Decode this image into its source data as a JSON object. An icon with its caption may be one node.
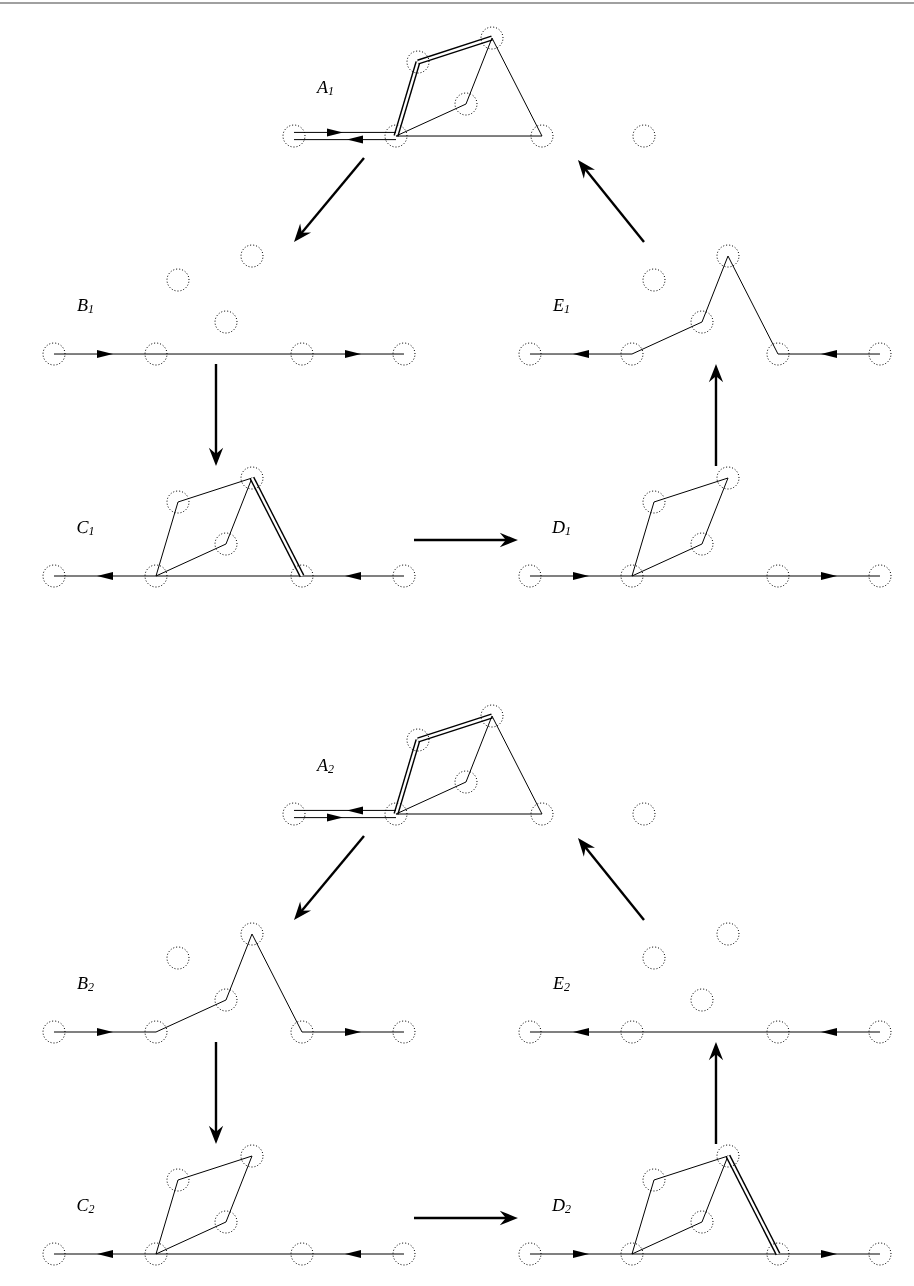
{
  "diagram": {
    "nodes": [
      {
        "text": [
          "A$_{1}$"
        ]
      },
      {
        "text": [
          "B$_{1}$"
        ]
      },
      {
        "text": [
          "E$_{1}$"
        ]
      },
      {
        "text": [
          "C$_{1}$"
        ]
      },
      {
        "text": [
          "D$_{1}$"
        ]
      },
      {
        "text": [
          "A$_{2}$"
        ]
      },
      {
        "text": [
          "B$_{2}$"
        ]
      },
      {
        "text": [
          "E$_{2}$"
        ]
      },
      {
        "text": [
          "C$_{2}$"
        ]
      },
      {
        "text": [
          "D$_{2}$"
        ]
      }
    ],
    "edges": [
      {
        "from": 0,
        "to": 1,
        "arrow": "to"
      },
      {
        "from": 1,
        "to": 3,
        "arrow": "to"
      },
      {
        "from": 3,
        "to": 4,
        "arrow": "to"
      },
      {
        "from": 4,
        "to": 2,
        "arrow": "to"
      },
      {
        "from": 2,
        "to": 0,
        "arrow": "to"
      },
      {
        "from": 5,
        "to": 6,
        "arrow": "to"
      },
      {
        "from": 6,
        "to": 8,
        "arrow": "to"
      },
      {
        "from": 8,
        "to": 9,
        "arrow": "to"
      },
      {
        "from": 9,
        "to": 7,
        "arrow": "to"
      },
      {
        "from": 7,
        "to": 5,
        "arrow": "to"
      }
    ]
  }
}
